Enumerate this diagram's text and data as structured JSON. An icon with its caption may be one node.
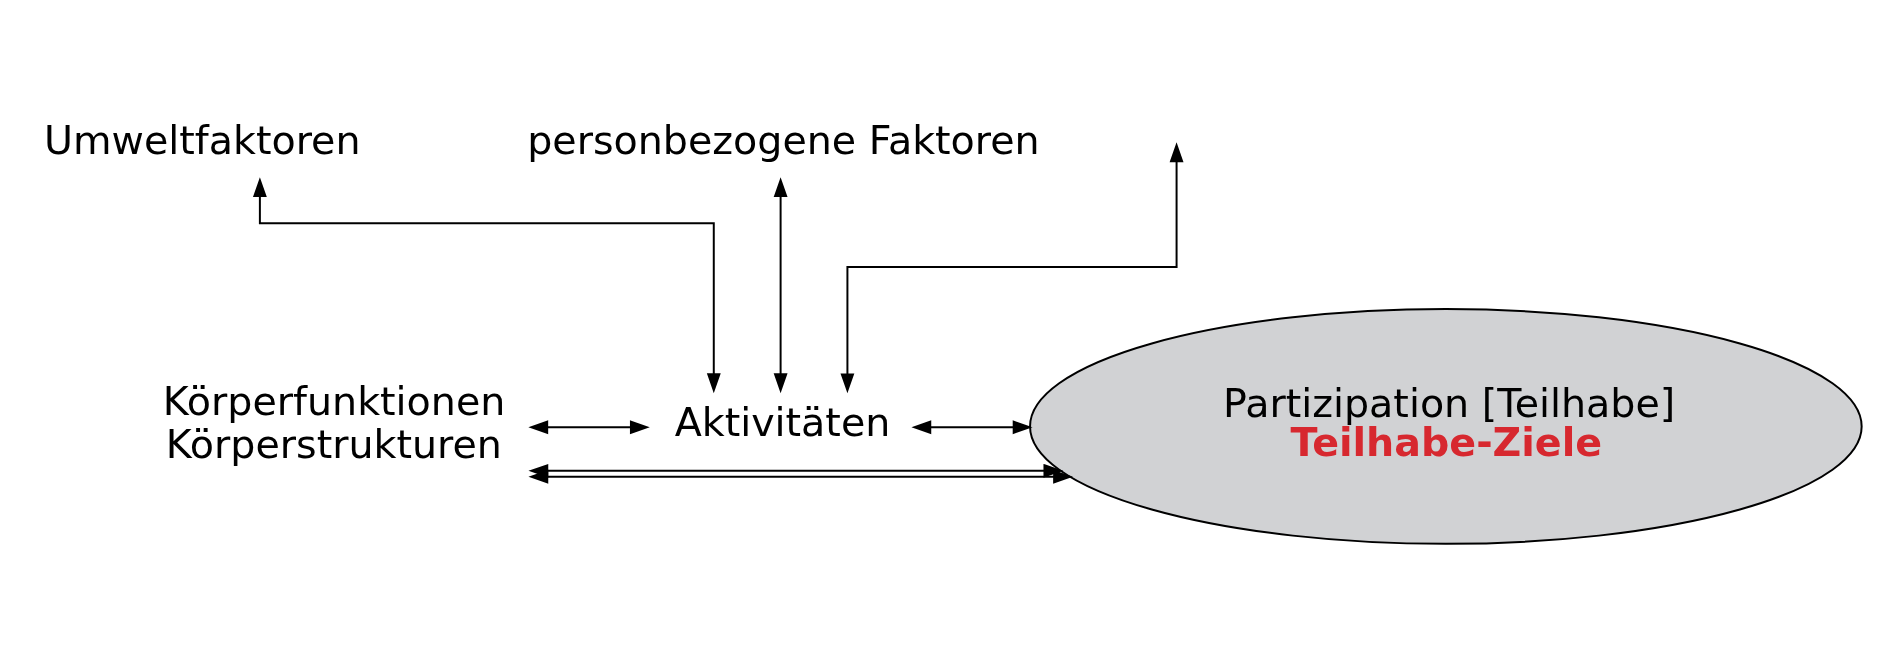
{
  "diagram": {
    "nodes": [
      {
        "text": [
          "Körperfunktionen",
          "Körperstrukturen"
        ]
      },
      {
        "text": [
          "Aktivitäten"
        ]
      },
      {
        "text": [
          "Partizipation [Teilhabe]",
          "Teilhabe-Ziele"
        ]
      },
      {
        "text": [
          "Umweltfaktoren"
        ]
      },
      {
        "text": [
          "personbezogene Faktoren"
        ]
      }
    ],
    "edges": [
      {
        "from": null,
        "to": 1,
        "arrow": "both"
      },
      {
        "from": 0,
        "to": 2,
        "arrow": "both"
      },
      {
        "from": 0,
        "to": 1,
        "arrow": "both"
      },
      {
        "from": 1,
        "to": 2,
        "arrow": "both"
      },
      {
        "from": 0,
        "to": 2,
        "arrow": "both"
      },
      {
        "from": 3,
        "to": 1,
        "arrow": "both"
      },
      {
        "from": 4,
        "to": 1,
        "arrow": "both"
      }
    ]
  }
}
